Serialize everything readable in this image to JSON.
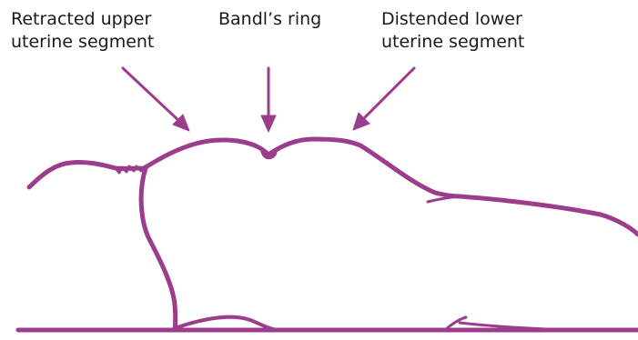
{
  "labels": {
    "upper_segment": {
      "line1": "Retracted upper",
      "line2": "uterine segment"
    },
    "bandls_ring": {
      "line1": "Bandl’s ring"
    },
    "lower_segment": {
      "line1": "Distended lower",
      "line2": "uterine segment"
    }
  },
  "colors": {
    "outline": "#9b3d8c",
    "text": "#1a1a1a",
    "background": "#ffffff"
  }
}
